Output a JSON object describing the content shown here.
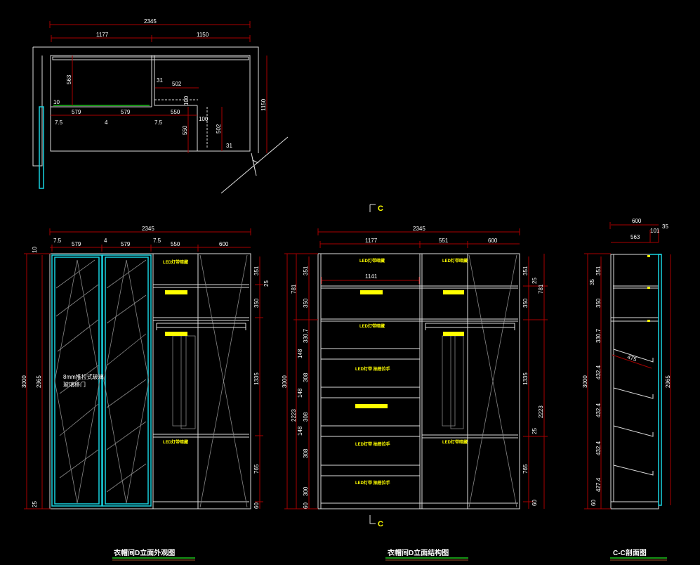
{
  "plan": {
    "total": "2345",
    "left": "1177",
    "right": "1150",
    "d563": "563",
    "d1150v": "1150",
    "w579a": "579",
    "w579b": "579",
    "w550": "550",
    "g75a": "7.5",
    "g4": "4",
    "g75b": "7.5",
    "d31a": "31",
    "d502h": "502",
    "d100a": "100",
    "d100b": "100",
    "d550v": "550",
    "d502v": "502",
    "d31b": "31",
    "d10": "10"
  },
  "section_marks": {
    "top": "C",
    "bottom": "C"
  },
  "exterior": {
    "title": "衣帽间D立面外观图",
    "total": "2345",
    "g75a": "7.5",
    "w579a": "579",
    "g4": "4",
    "w579b": "579",
    "g75b": "7.5",
    "w550": "550",
    "w600": "600",
    "h3000": "3000",
    "h2965": "2965",
    "h10": "10",
    "h25": "25",
    "r351": "351",
    "r25": "25",
    "r350": "350",
    "r1335": "1335",
    "r765": "765",
    "r60": "60",
    "door_note_1": "8mm推拉式玻璃",
    "door_note_2": "玻璃移门",
    "led_1": "LED灯带暗藏",
    "led_2": "LED灯带暗藏"
  },
  "structure": {
    "title": "衣帽间D立面结构图",
    "total": "2345",
    "w1177": "1177",
    "w551": "551",
    "w600": "600",
    "inner1141": "1141",
    "h3000": "3000",
    "h781": "781",
    "h2223": "2223",
    "l351": "351",
    "l350": "350",
    "l3307": "330.7",
    "l148a": "148",
    "l308a": "308",
    "l148b": "148",
    "l308b": "308",
    "l148c": "148",
    "l308c": "308",
    "l300": "300",
    "l60": "60",
    "r351": "351",
    "r25": "25",
    "r781": "781",
    "r350": "350",
    "r1335": "1335",
    "r2223": "2223",
    "r25b": "25",
    "r765": "765",
    "r60": "60",
    "led_a": "LED灯带暗藏",
    "led_b": "LED灯带暗藏",
    "led_c": "LED灯带暗藏",
    "led_d": "LED灯带 抽屉拉手",
    "led_e": "LED灯带 抽屉拉手",
    "led_f": "LED灯带 抽屉拉手",
    "led_g": "LED灯带暗藏"
  },
  "section": {
    "title": "C-C剖面图",
    "w600": "600",
    "w563": "563",
    "w101": "101",
    "w35": "35",
    "h3000": "3000",
    "h2965": "2965",
    "l351": "351",
    "l35": "35",
    "l350": "350",
    "l3307": "330.7",
    "l4324a": "432.4",
    "l4324b": "432.4",
    "l4324c": "432.4",
    "l4274": "427.4",
    "l60": "60",
    "shelf475": "475"
  }
}
